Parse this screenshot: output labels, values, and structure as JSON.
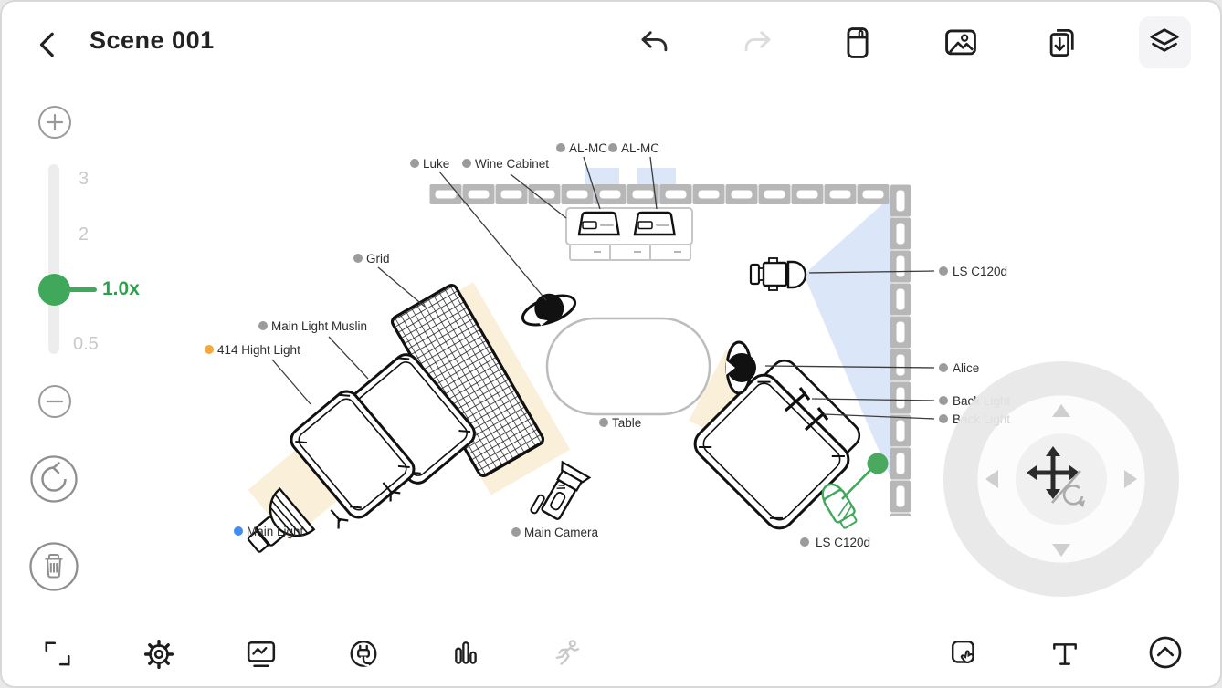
{
  "header": {
    "title": "Scene 001",
    "icons": [
      "back",
      "undo",
      "redo",
      "save",
      "image",
      "export",
      "layers"
    ]
  },
  "zoom_control": {
    "ticks": [
      "3",
      "2",
      "0.5"
    ],
    "current": "1.0x",
    "buttons": [
      "zoom-in",
      "zoom-out",
      "reset",
      "delete"
    ]
  },
  "canvas": {
    "labels": {
      "luke": "Luke",
      "wine_cabinet": "Wine Cabinet",
      "al_mc_1": "AL-MC",
      "al_mc_2": "AL-MC",
      "grid": "Grid",
      "main_light_muslin": "Main Light Muslin",
      "hight_light_414": "414 Hight Light",
      "main_light": "Main Light",
      "main_camera": "Main Camera",
      "table": "Table",
      "ls_c120d_right": "LS C120d",
      "alice": "Alice",
      "back_light_1": "Back Light",
      "back_light_2": "Back Light",
      "ls_c120d_selected": "LS C120d"
    }
  },
  "toolbar_bottom": {
    "icons": [
      "fullscreen-corners",
      "settings-gear",
      "monitor-wave",
      "power-plug",
      "stats-bars",
      "runner-disabled",
      "select-gesture",
      "text-tool",
      "collapse-up"
    ]
  },
  "joystick": {
    "icons": [
      "arrow-up",
      "arrow-down",
      "arrow-left",
      "arrow-right",
      "move-rotate-toggle"
    ]
  },
  "colors": {
    "accent_green": "#3fa85b",
    "orange_dot": "#f6a83c",
    "blue_dot": "#418df3",
    "gray_dot": "#9b9b9b",
    "beam_warm": "#faf0da",
    "beam_blue": "#dbe7f8",
    "truss_gray": "#b7b7b7"
  }
}
